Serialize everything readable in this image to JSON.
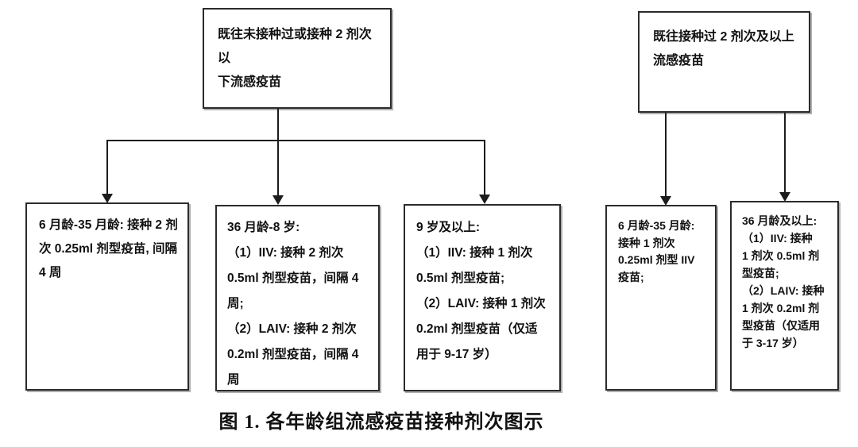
{
  "figure": {
    "caption": "图 1. 各年龄组流感疫苗接种剂次图示"
  },
  "flowchart": {
    "top_boxes": [
      {
        "id": "history-under-2-doses",
        "lines": [
          "既往未接种过或接种 2 剂次以",
          "下流感疫苗"
        ]
      },
      {
        "id": "history-2-or-more-doses",
        "lines": [
          "既往接种过 2 剂次及以上",
          "流感疫苗"
        ]
      }
    ],
    "leaf_boxes": [
      {
        "id": "age-6-35-months-2-doses",
        "lines": [
          "6 月龄-35 月龄: 接种 2 剂",
          "次 0.25ml 剂型疫苗, 间隔",
          "4 周"
        ]
      },
      {
        "id": "age-36-months-8-years",
        "lines": [
          "36 月龄-8 岁:",
          "（1）IIV: 接种 2 剂次",
          "0.5ml 剂型疫苗，间隔 4",
          "周;",
          "（2）LAIV: 接种 2 剂次",
          "0.2ml 剂型疫苗，间隔 4",
          "周"
        ]
      },
      {
        "id": "age-9-years-plus",
        "lines": [
          "9 岁及以上:",
          "（1）IIV: 接种 1 剂次",
          "0.5ml 剂型疫苗;",
          "（2）LAIV: 接种 1 剂次",
          "0.2ml 剂型疫苗（仅适",
          "用于 9-17 岁）"
        ]
      },
      {
        "id": "age-6-35-months-1-dose",
        "lines": [
          "6 月龄-35 月龄:",
          "接种 1 剂次",
          "0.25ml 剂型 IIV",
          "疫苗;"
        ]
      },
      {
        "id": "age-36-months-plus",
        "lines": [
          "36 月龄及以上:",
          "（1）IIV: 接种",
          "1 剂次 0.5ml 剂",
          "型疫苗;",
          "（2）LAIV: 接种",
          "1 剂次 0.2ml 剂",
          "型疫苗（仅适用",
          "于 3-17 岁）"
        ]
      }
    ],
    "colors": {
      "text": "#111111",
      "border": "#2b2b2b",
      "connector": "#1c1c1c",
      "shadow": "#6e6e6e",
      "background": "#ffffff"
    }
  }
}
